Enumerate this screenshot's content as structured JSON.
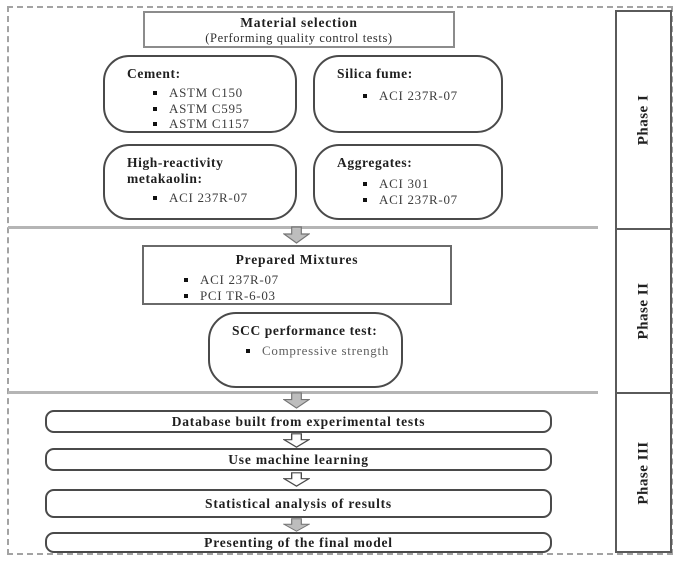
{
  "header": {
    "title": "Material selection",
    "subtitle": "(Performing quality control tests)"
  },
  "phase_strip": {
    "items": [
      {
        "label": "Phase I"
      },
      {
        "label": "Phase II"
      },
      {
        "label": "Phase III"
      }
    ]
  },
  "material_boxes": [
    {
      "title": "Cement:",
      "items": [
        "ASTM C150",
        "ASTM C595",
        "ASTM C1157"
      ]
    },
    {
      "title": "Silica fume:",
      "items": [
        "ACI 237R-07"
      ]
    },
    {
      "title": "High-reactivity metakaolin:",
      "items": [
        "ACI 237R-07"
      ]
    },
    {
      "title": "Aggregates:",
      "items": [
        "ACI 301",
        "ACI 237R-07"
      ]
    }
  ],
  "prepared_mixtures": {
    "title": "Prepared Mixtures",
    "items": [
      "ACI 237R-07",
      "PCI TR-6-03"
    ]
  },
  "scc_test": {
    "title": "SCC performance test:",
    "items": [
      "Compressive strength"
    ]
  },
  "process_steps": [
    {
      "label": "Database built from experimental tests"
    },
    {
      "label": "Use machine learning"
    },
    {
      "label": "Statistical analysis of results"
    },
    {
      "label": "Presenting of the final model"
    }
  ],
  "colors": {
    "box_border": "#4a4a4a",
    "divider_gray": "#b5b5b5",
    "arrow_gray_fill": "#bdbdbd",
    "arrow_gray_stroke": "#757575",
    "arrow_white_fill": "#ffffff",
    "arrow_white_stroke": "#4a4a4a"
  }
}
